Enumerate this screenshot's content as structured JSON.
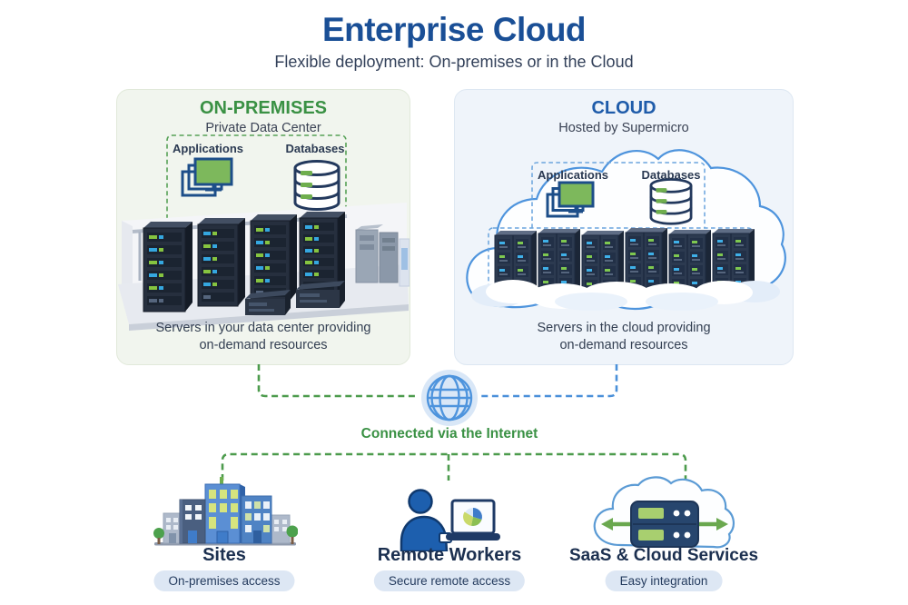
{
  "header": {
    "title": "Enterprise Cloud",
    "subtitle": "Flexible deployment: On-premises or in the Cloud"
  },
  "on_premises": {
    "title": "ON-PREMISES",
    "subtitle": "Private Data Center",
    "applications_label": "Applications",
    "databases_label": "Databases",
    "caption": "Servers in your data center providing on-demand resources"
  },
  "cloud": {
    "title": "CLOUD",
    "subtitle": "Hosted by Supermicro",
    "applications_label": "Applications",
    "databases_label": "Databases",
    "caption": "Servers in the cloud providing on-demand resources"
  },
  "internet": {
    "label": "Connected via the Internet",
    "icon": "globe-icon"
  },
  "endpoints": {
    "items": [
      {
        "label": "Sites",
        "badge": "On-premises access",
        "icon": "buildings-icon"
      },
      {
        "label": "Remote Workers",
        "badge": "Secure remote access",
        "icon": "person-laptop-icon"
      },
      {
        "label": "SaaS & Cloud Services",
        "badge": "Easy integration",
        "icon": "cloud-server-icon"
      }
    ]
  },
  "colors": {
    "title_blue": "#1a4f96",
    "accent_green": "#3a9144",
    "dash_green": "#4c9b4c",
    "dash_blue": "#4a90d9",
    "panel_green_bg": "#f1f5ee",
    "panel_blue_bg": "#eff4fa",
    "badge_bg": "#dde7f4"
  }
}
